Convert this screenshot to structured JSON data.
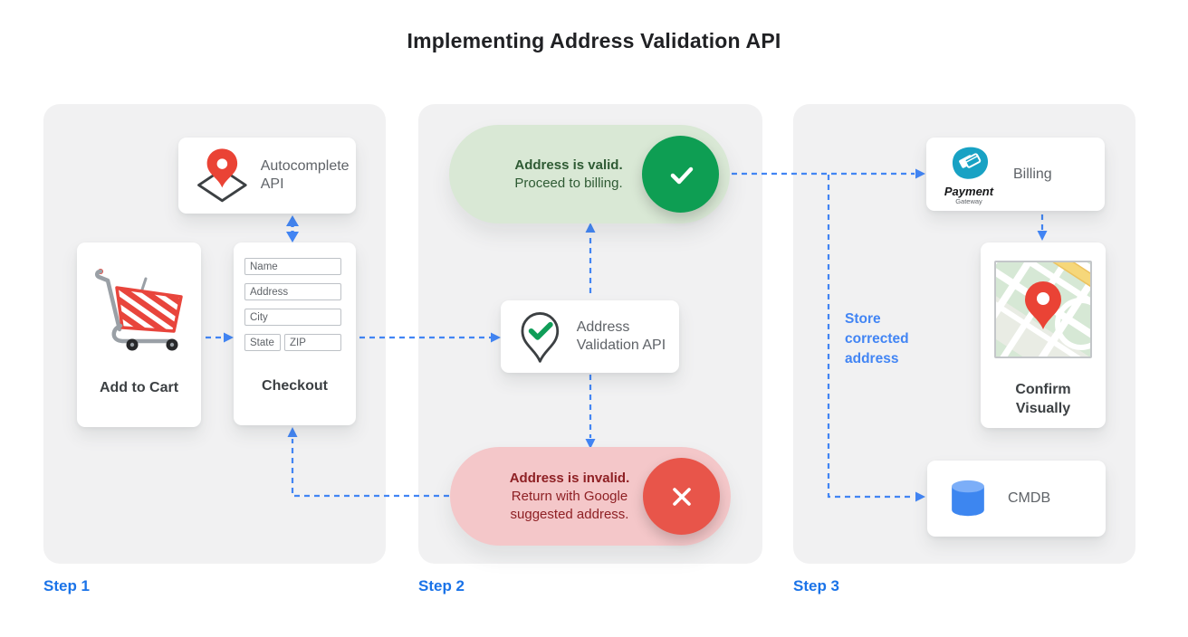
{
  "title": "Implementing Address Validation API",
  "colors": {
    "accent_blue": "#4285f4",
    "step_label_blue": "#1a73e8",
    "success_green": "#0e9e53",
    "error_red": "#e8554a",
    "valid_pill_bg": "#d9e8d5",
    "invalid_pill_bg": "#f4c7c9",
    "panel_bg": "#f1f1f2"
  },
  "step1": {
    "label": "Step 1",
    "autocomplete_card": {
      "title": "Autocomplete API"
    },
    "add_to_cart_card": {
      "label": "Add to Cart"
    },
    "checkout_card": {
      "label": "Checkout",
      "fields": [
        "Name",
        "Address",
        "City",
        "State",
        "ZIP"
      ]
    }
  },
  "step2": {
    "label": "Step 2",
    "valid_banner": {
      "title": "Address is valid.",
      "subtitle": "Proceed to billing."
    },
    "validation_card": {
      "title": "Address Validation API"
    },
    "invalid_banner": {
      "title": "Address is invalid.",
      "subtitle": "Return with Google suggested address."
    }
  },
  "step3": {
    "label": "Step 3",
    "billing_card": {
      "label": "Billing",
      "logo_title": "Payment",
      "logo_subtitle": "Gateway"
    },
    "confirm_card": {
      "label": "Confirm Visually"
    },
    "store_note": "Store corrected address",
    "cmdb_card": {
      "label": "CMDB"
    }
  }
}
